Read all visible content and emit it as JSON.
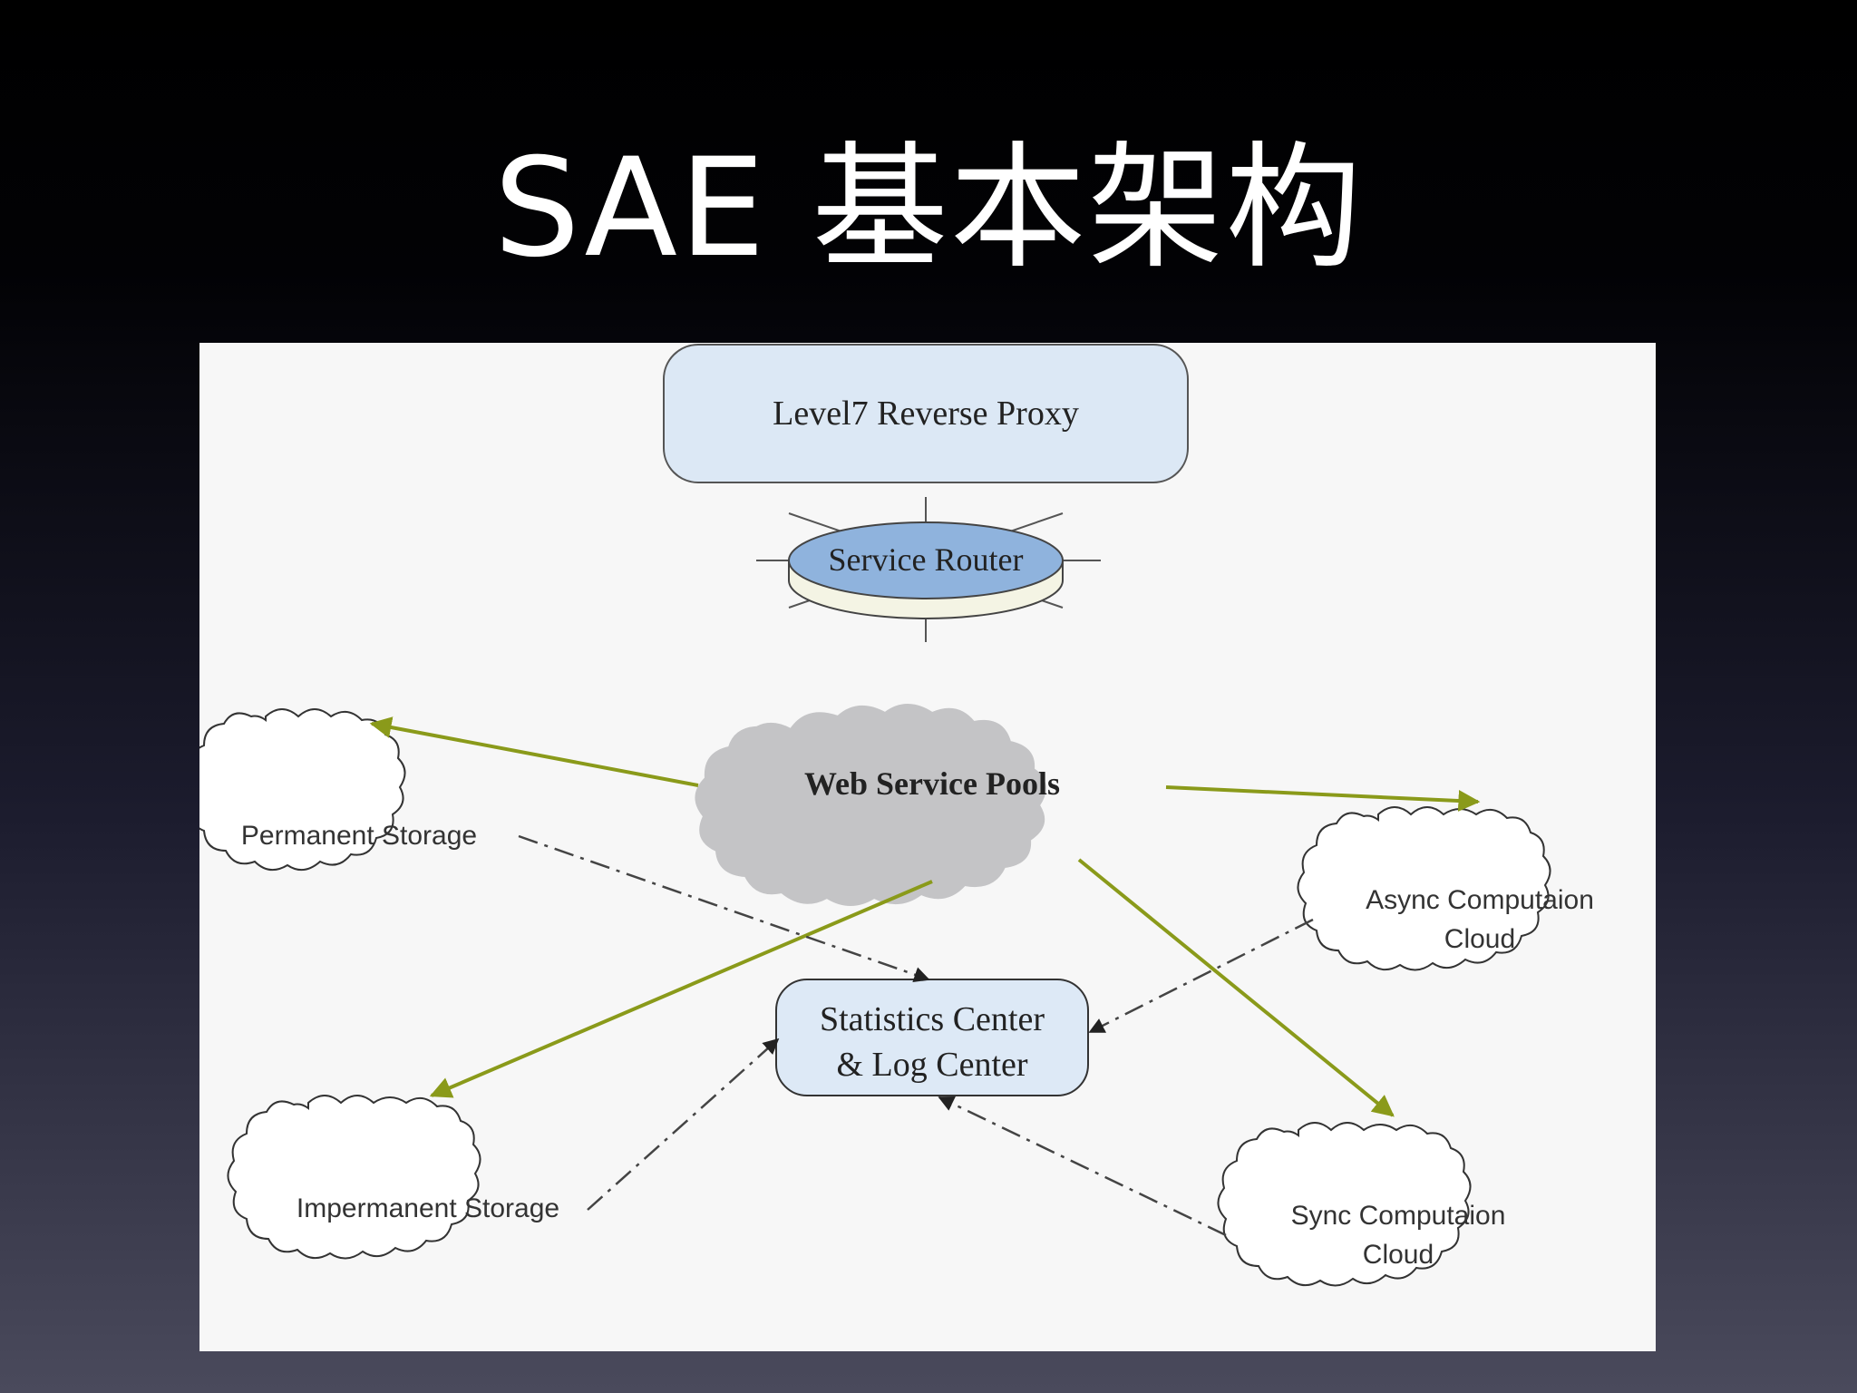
{
  "slide": {
    "title": "SAE 基本架构"
  },
  "diagram": {
    "nodes": {
      "proxy": "Level7 Reverse Proxy",
      "router": "Service Router",
      "web_pools": "Web Service Pools",
      "permanent_storage": "Permanent Storage",
      "impermanent_storage": "Impermanent Storage",
      "stats_center_line1": "Statistics Center",
      "stats_center_line2": "& Log Center",
      "async_cloud_line1": "Async Computaion",
      "async_cloud_line2": "Cloud",
      "sync_cloud_line1": "Sync Computaion",
      "sync_cloud_line2": "Cloud"
    },
    "colors": {
      "solid_arrow": "#8a9a1a",
      "dashed_arrow": "#444444",
      "proxy_fill": "#dce8f5",
      "router_fill": "#8fb3dd",
      "pool_fill": "#c4c4c6",
      "stats_fill": "#dde9f6"
    }
  }
}
